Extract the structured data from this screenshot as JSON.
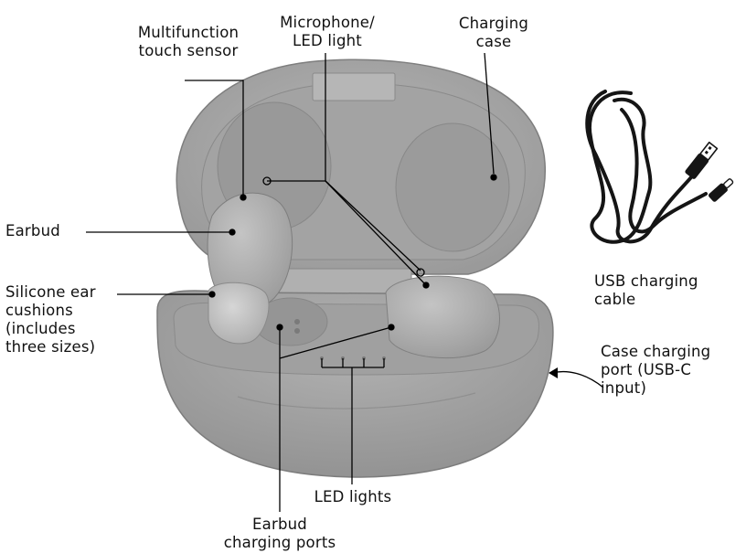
{
  "labels": {
    "multifunction_touch_sensor": [
      "Multifunction",
      "touch sensor"
    ],
    "microphone_led_light": [
      "Microphone/",
      "LED light"
    ],
    "charging_case": [
      "Charging",
      "case"
    ],
    "earbud": [
      "Earbud"
    ],
    "silicone_ear_cushions": [
      "Silicone ear",
      "cushions",
      "(includes",
      "three sizes)"
    ],
    "usb_charging_cable": [
      "USB charging",
      "cable"
    ],
    "case_charging_port": [
      "Case charging",
      "port (USB-C",
      "input)"
    ],
    "led_lights": [
      "LED lights"
    ],
    "earbud_charging_ports": [
      "Earbud",
      "charging ports"
    ]
  },
  "colors": {
    "case_body": "#a9a9a9",
    "case_shadow": "#8e8e8e",
    "earbud": "#b4b4b4",
    "cable": "#151515",
    "leader_line": "#000000"
  }
}
